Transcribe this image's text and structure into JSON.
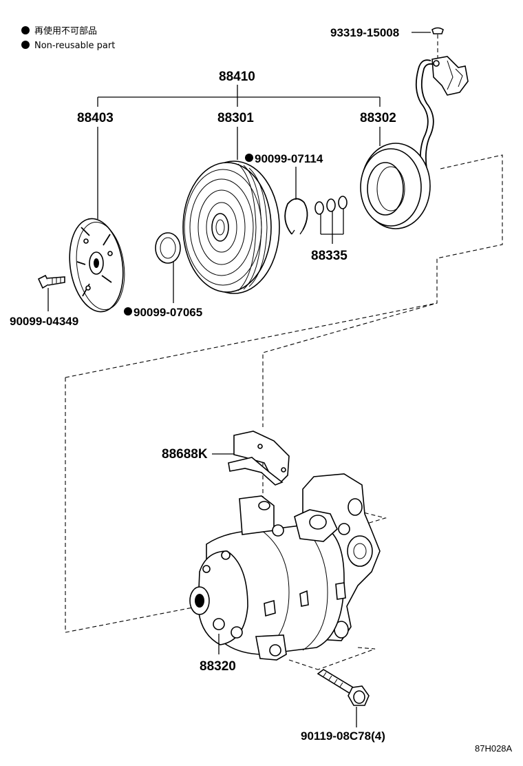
{
  "legend": {
    "item1": "再使用不可部品",
    "item2": "Non-reusable part"
  },
  "parts": {
    "p93319": "93319-15008",
    "p88410": "88410",
    "p88403": "88403",
    "p88301": "88301",
    "p88302": "88302",
    "p90099_07114": "90099-07114",
    "p88335": "88335",
    "p90099_04349": "90099-04349",
    "p90099_07065": "90099-07065",
    "p88688K": "88688K",
    "p88320": "88320",
    "p90119": "90119-08C78(4)"
  },
  "diagram_code": "87H028A"
}
